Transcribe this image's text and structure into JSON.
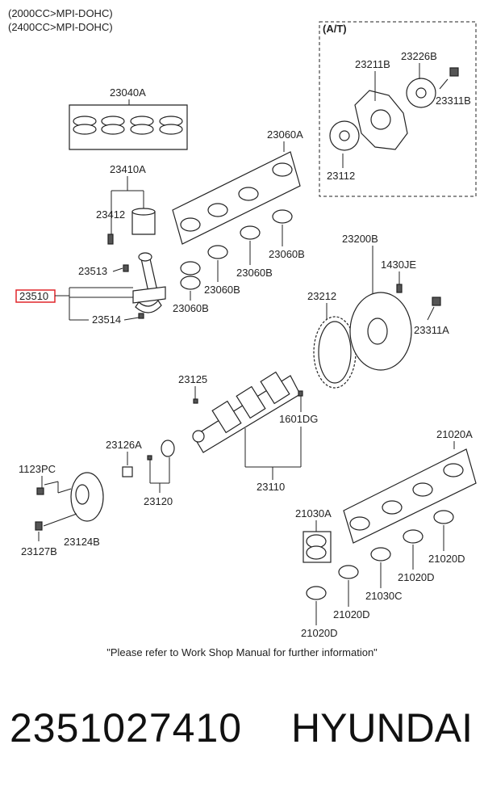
{
  "header": {
    "line1": "(2000CC>MPI-DOHC)",
    "line2": "(2400CC>MPI-DOHC)"
  },
  "at_box_label": "(A/T)",
  "labels": {
    "p23040A": "23040A",
    "p23060A": "23060A",
    "p23410A": "23410A",
    "p23412": "23412",
    "p23513": "23513",
    "p23510": "23510",
    "p23514": "23514",
    "p23060B_1": "23060B",
    "p23060B_2": "23060B",
    "p23060B_3": "23060B",
    "p23060B_4": "23060B",
    "p23211B": "23211B",
    "p23226B": "23226B",
    "p23311B": "23311B",
    "p23112": "23112",
    "p23200B": "23200B",
    "p1430JE": "1430JE",
    "p23212": "23212",
    "p23311A": "23311A",
    "p23125": "23125",
    "p1601DG": "1601DG",
    "p23126A": "23126A",
    "p23120": "23120",
    "p23110": "23110",
    "p1123PC": "1123PC",
    "p23124B": "23124B",
    "p23127B": "23127B",
    "p21020A": "21020A",
    "p21030A": "21030A",
    "p21020D_1": "21020D",
    "p21020D_2": "21020D",
    "p21030C": "21030C",
    "p21020D_3": "21020D",
    "p21020D_4": "21020D"
  },
  "highlight_color": "#e0262b",
  "note": "\"Please refer to Work Shop Manual for further information\"",
  "footer": {
    "part_number": "2351027410",
    "brand": "HYUNDAI"
  }
}
